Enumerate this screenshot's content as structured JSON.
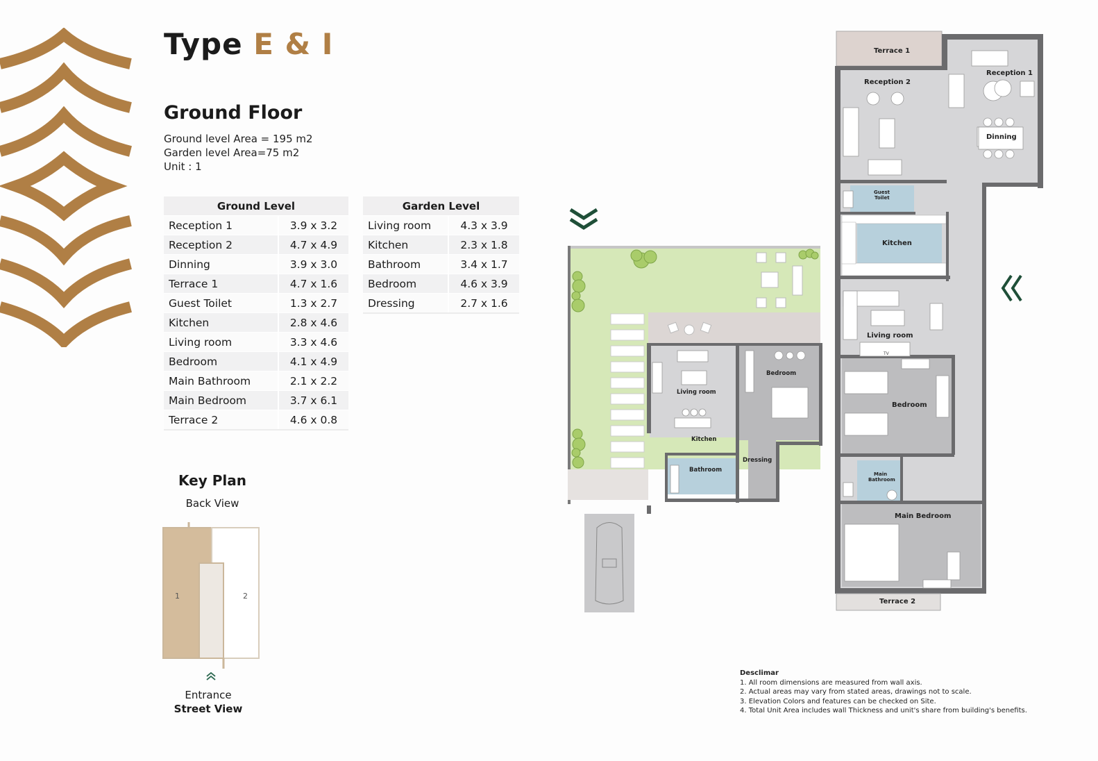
{
  "header": {
    "title_prefix": "Type",
    "title_accent": "E & I",
    "subtitle": "Ground Floor",
    "ground_area": "Ground level Area = 195 m2",
    "garden_area": "Garden level Area=75 m2",
    "unit": "Unit : 1"
  },
  "colors": {
    "accent": "#b07f45",
    "arrow_green": "#1f4f38",
    "garden_green": "#d6e8b8",
    "wet_blue": "#b7d0dc",
    "floor_grey": "#d6d6d8",
    "wall_grey": "#6b6b6d"
  },
  "ground_level_table": {
    "header": "Ground Level",
    "rows": [
      {
        "room": "Reception 1",
        "dim": "3.9 x 3.2"
      },
      {
        "room": "Reception 2",
        "dim": "4.7 x 4.9"
      },
      {
        "room": "Dinning",
        "dim": "3.9 x 3.0"
      },
      {
        "room": "Terrace 1",
        "dim": "4.7 x 1.6"
      },
      {
        "room": "Guest Toilet",
        "dim": "1.3 x 2.7"
      },
      {
        "room": "Kitchen",
        "dim": "2.8 x 4.6"
      },
      {
        "room": "Living room",
        "dim": "3.3 x 4.6"
      },
      {
        "room": "Bedroom",
        "dim": "4.1 x 4.9"
      },
      {
        "room": "Main Bathroom",
        "dim": "2.1 x 2.2"
      },
      {
        "room": "Main Bedroom",
        "dim": "3.7 x 6.1"
      },
      {
        "room": "Terrace 2",
        "dim": "4.6 x 0.8"
      }
    ]
  },
  "garden_level_table": {
    "header": "Garden Level",
    "rows": [
      {
        "room": "Living room",
        "dim": "4.3 x 3.9"
      },
      {
        "room": "Kitchen",
        "dim": "2.3 x 1.8"
      },
      {
        "room": "Bathroom",
        "dim": "3.4 x 1.7"
      },
      {
        "room": "Bedroom",
        "dim": "4.6 x 3.9"
      },
      {
        "room": "Dressing",
        "dim": "2.7 x 1.6"
      }
    ]
  },
  "key_plan": {
    "title": "Key Plan",
    "back_view": "Back View",
    "unit_1": "1",
    "unit_2": "2",
    "entrance": "Entrance",
    "street_view": "Street View"
  },
  "ground_plan_labels": {
    "terrace_1": "Terrace 1",
    "reception_1": "Reception 1",
    "reception_2": "Reception 2",
    "dinning": "Dinning",
    "guest": "Guest",
    "toilet": "Toilet",
    "kitchen": "Kitchen",
    "living_room": "Living room",
    "tv": "TV",
    "bedroom": "Bedroom",
    "main": "Main",
    "bathroom": "Bathroom",
    "main_bedroom": "Main Bedroom",
    "terrace_2": "Terrace 2"
  },
  "garden_plan_labels": {
    "living_room": "Living room",
    "kitchen": "Kitchen",
    "bathroom": "Bathroom",
    "bedroom": "Bedroom",
    "dressing": "Dressing"
  },
  "disclaimer": {
    "heading": "Desclimar",
    "lines": [
      "1. All room dimensions are measured from wall axis.",
      "2. Actual areas may vary from stated areas, drawings not to scale.",
      "3. Elevation Colors and features can be checked on Site.",
      "4. Total Unit Area includes wall Thickness and unit's share from building's benefits."
    ]
  }
}
